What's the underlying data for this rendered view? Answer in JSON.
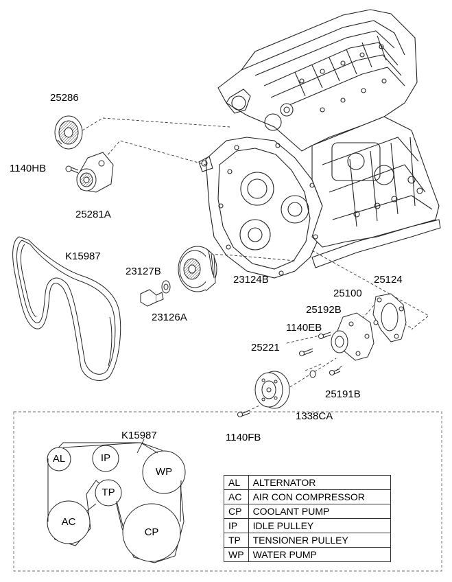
{
  "part_labels": {
    "p25286": "25286",
    "p1140HB": "1140HB",
    "p25281A": "25281A",
    "pK15987_top": "K15987",
    "p23127B": "23127B",
    "p23126A": "23126A",
    "p23124B": "23124B",
    "p25100": "25100",
    "p25124": "25124",
    "p25192B": "25192B",
    "p1140EB": "1140EB",
    "p25221": "25221",
    "p25191B": "25191B",
    "p1338CA": "1338CA",
    "p1140FB": "1140FB",
    "pK15987_routing": "K15987"
  },
  "routing_circles": {
    "al": "AL",
    "ip": "IP",
    "wp": "WP",
    "tp": "TP",
    "ac": "AC",
    "cp": "CP"
  },
  "legend": [
    {
      "code": "AL",
      "name": "ALTERNATOR"
    },
    {
      "code": "AC",
      "name": "AIR CON COMPRESSOR"
    },
    {
      "code": "CP",
      "name": "COOLANT PUMP"
    },
    {
      "code": "IP",
      "name": "IDLE PULLEY"
    },
    {
      "code": "TP",
      "name": "TENSIONER PULLEY"
    },
    {
      "code": "WP",
      "name": "WATER PUMP"
    }
  ],
  "colors": {
    "line": "#222222",
    "background": "#ffffff"
  }
}
